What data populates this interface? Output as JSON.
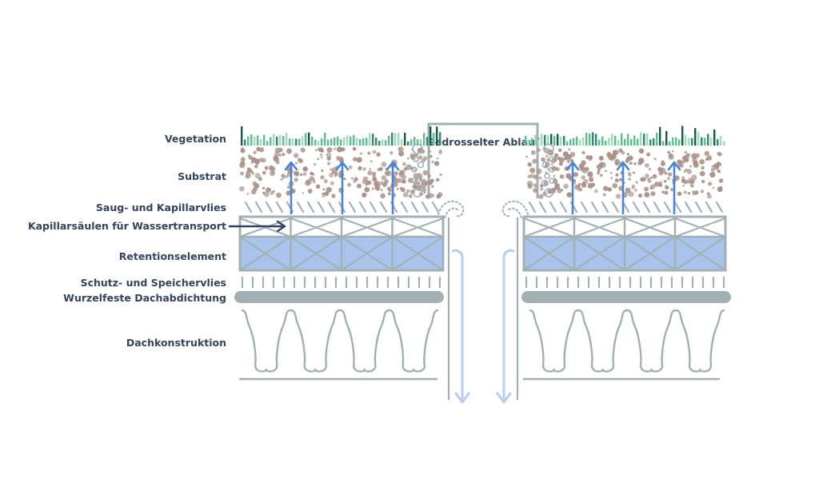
{
  "labels": {
    "vegetation": "Vegetation",
    "substrate": "Substrat",
    "wicking_fleece": "Saug- und Kapillarvlies",
    "capillary_columns": "Kapillarsäulen für  Wassertransport",
    "retention_element": "Retentionselement",
    "protection_fleece": "Schutz- und Speichervlies",
    "root_barrier": "Wurzelfeste Dachabdichtung",
    "roof_structure": "Dachkonstruktion",
    "throttled_drain": "Gedrosselter Ablauf"
  },
  "colors": {
    "outline": "#a3b0b3",
    "text": "#34445e",
    "arrow_up": "#4a84d4",
    "water": "#a9c3ec",
    "drain_water": "#b9cdf0",
    "substrate": "#a89289",
    "membrane": "#a3b0b3",
    "grass": [
      "#1a5a4a",
      "#2f8a6c",
      "#5bbf8e",
      "#9fdcb7"
    ]
  }
}
